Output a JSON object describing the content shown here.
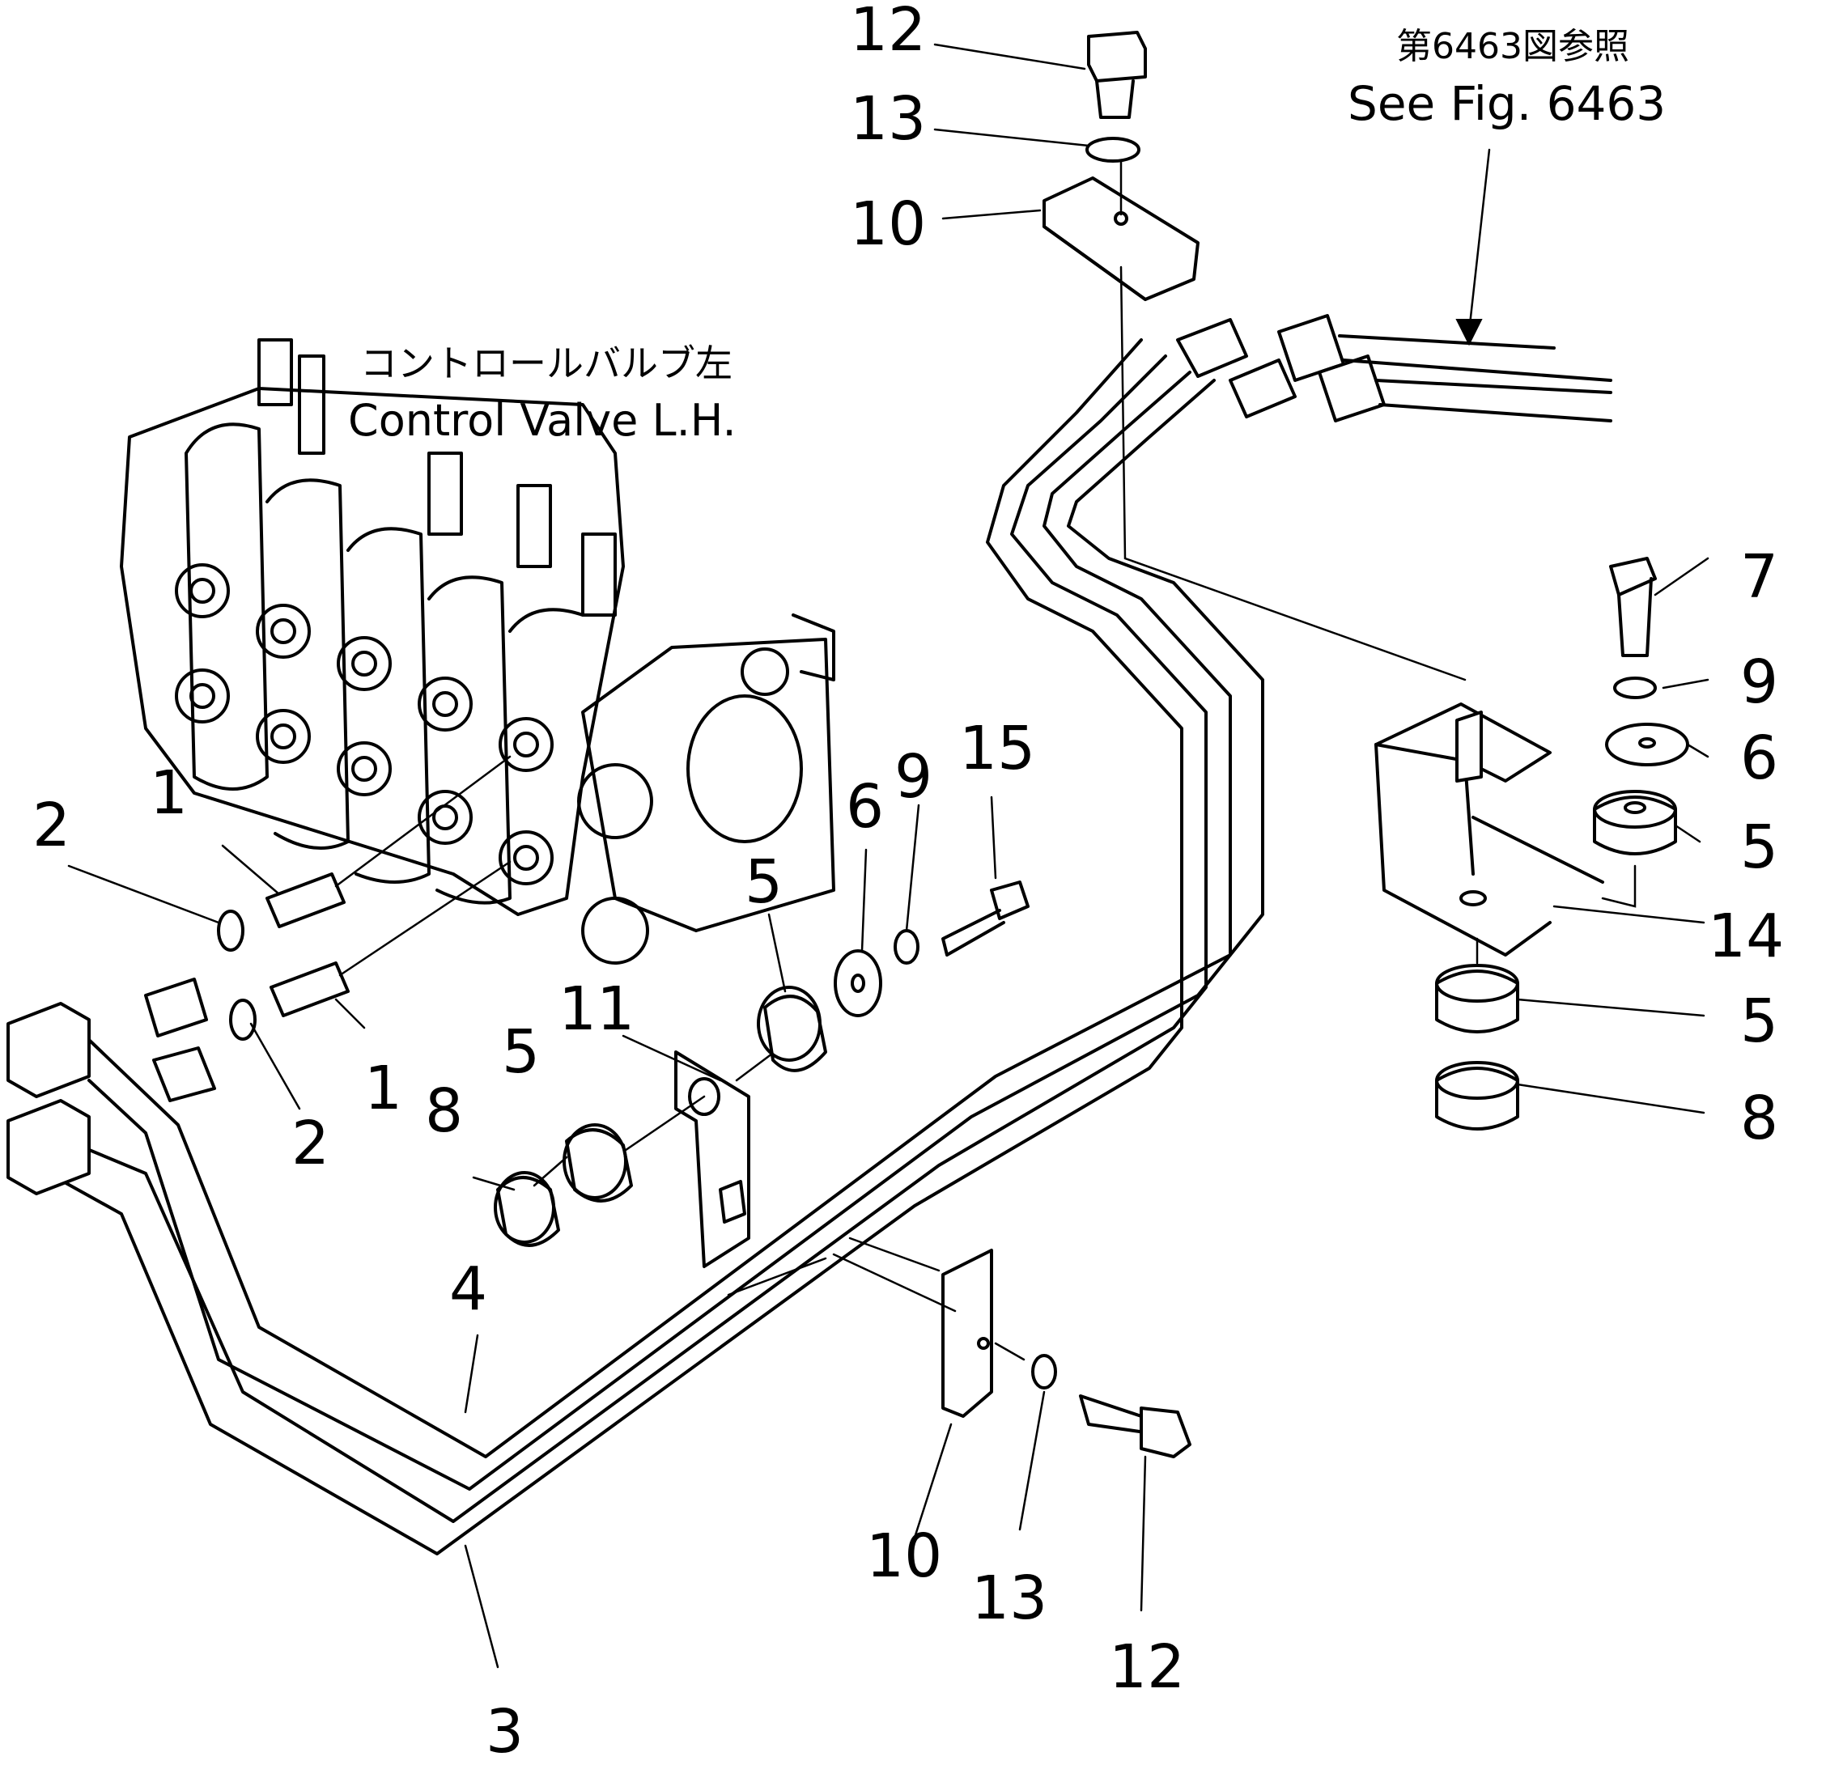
{
  "reference": {
    "jp": "第6463図参照",
    "en": "See Fig. 6463"
  },
  "assembly": {
    "jp": "コントロールバルブ左",
    "en": "Control Valve L.H."
  },
  "callouts": {
    "c12_top": "12",
    "c13_top": "13",
    "c10_top": "10",
    "c7": "7",
    "c9_right": "9",
    "c6_right": "6",
    "c5_right_a": "5",
    "c14": "14",
    "c5_right_b": "5",
    "c8_right": "8",
    "c15": "15",
    "c9_mid": "9",
    "c6_mid": "6",
    "c5_mid": "5",
    "c1_top": "1",
    "c2_top": "2",
    "c11": "11",
    "c5_low": "5",
    "c1_low": "1",
    "c8_low": "8",
    "c2_low": "2",
    "c4": "4",
    "c10_bottom": "10",
    "c13_bottom": "13",
    "c12_bottom": "12",
    "c3": "3"
  }
}
